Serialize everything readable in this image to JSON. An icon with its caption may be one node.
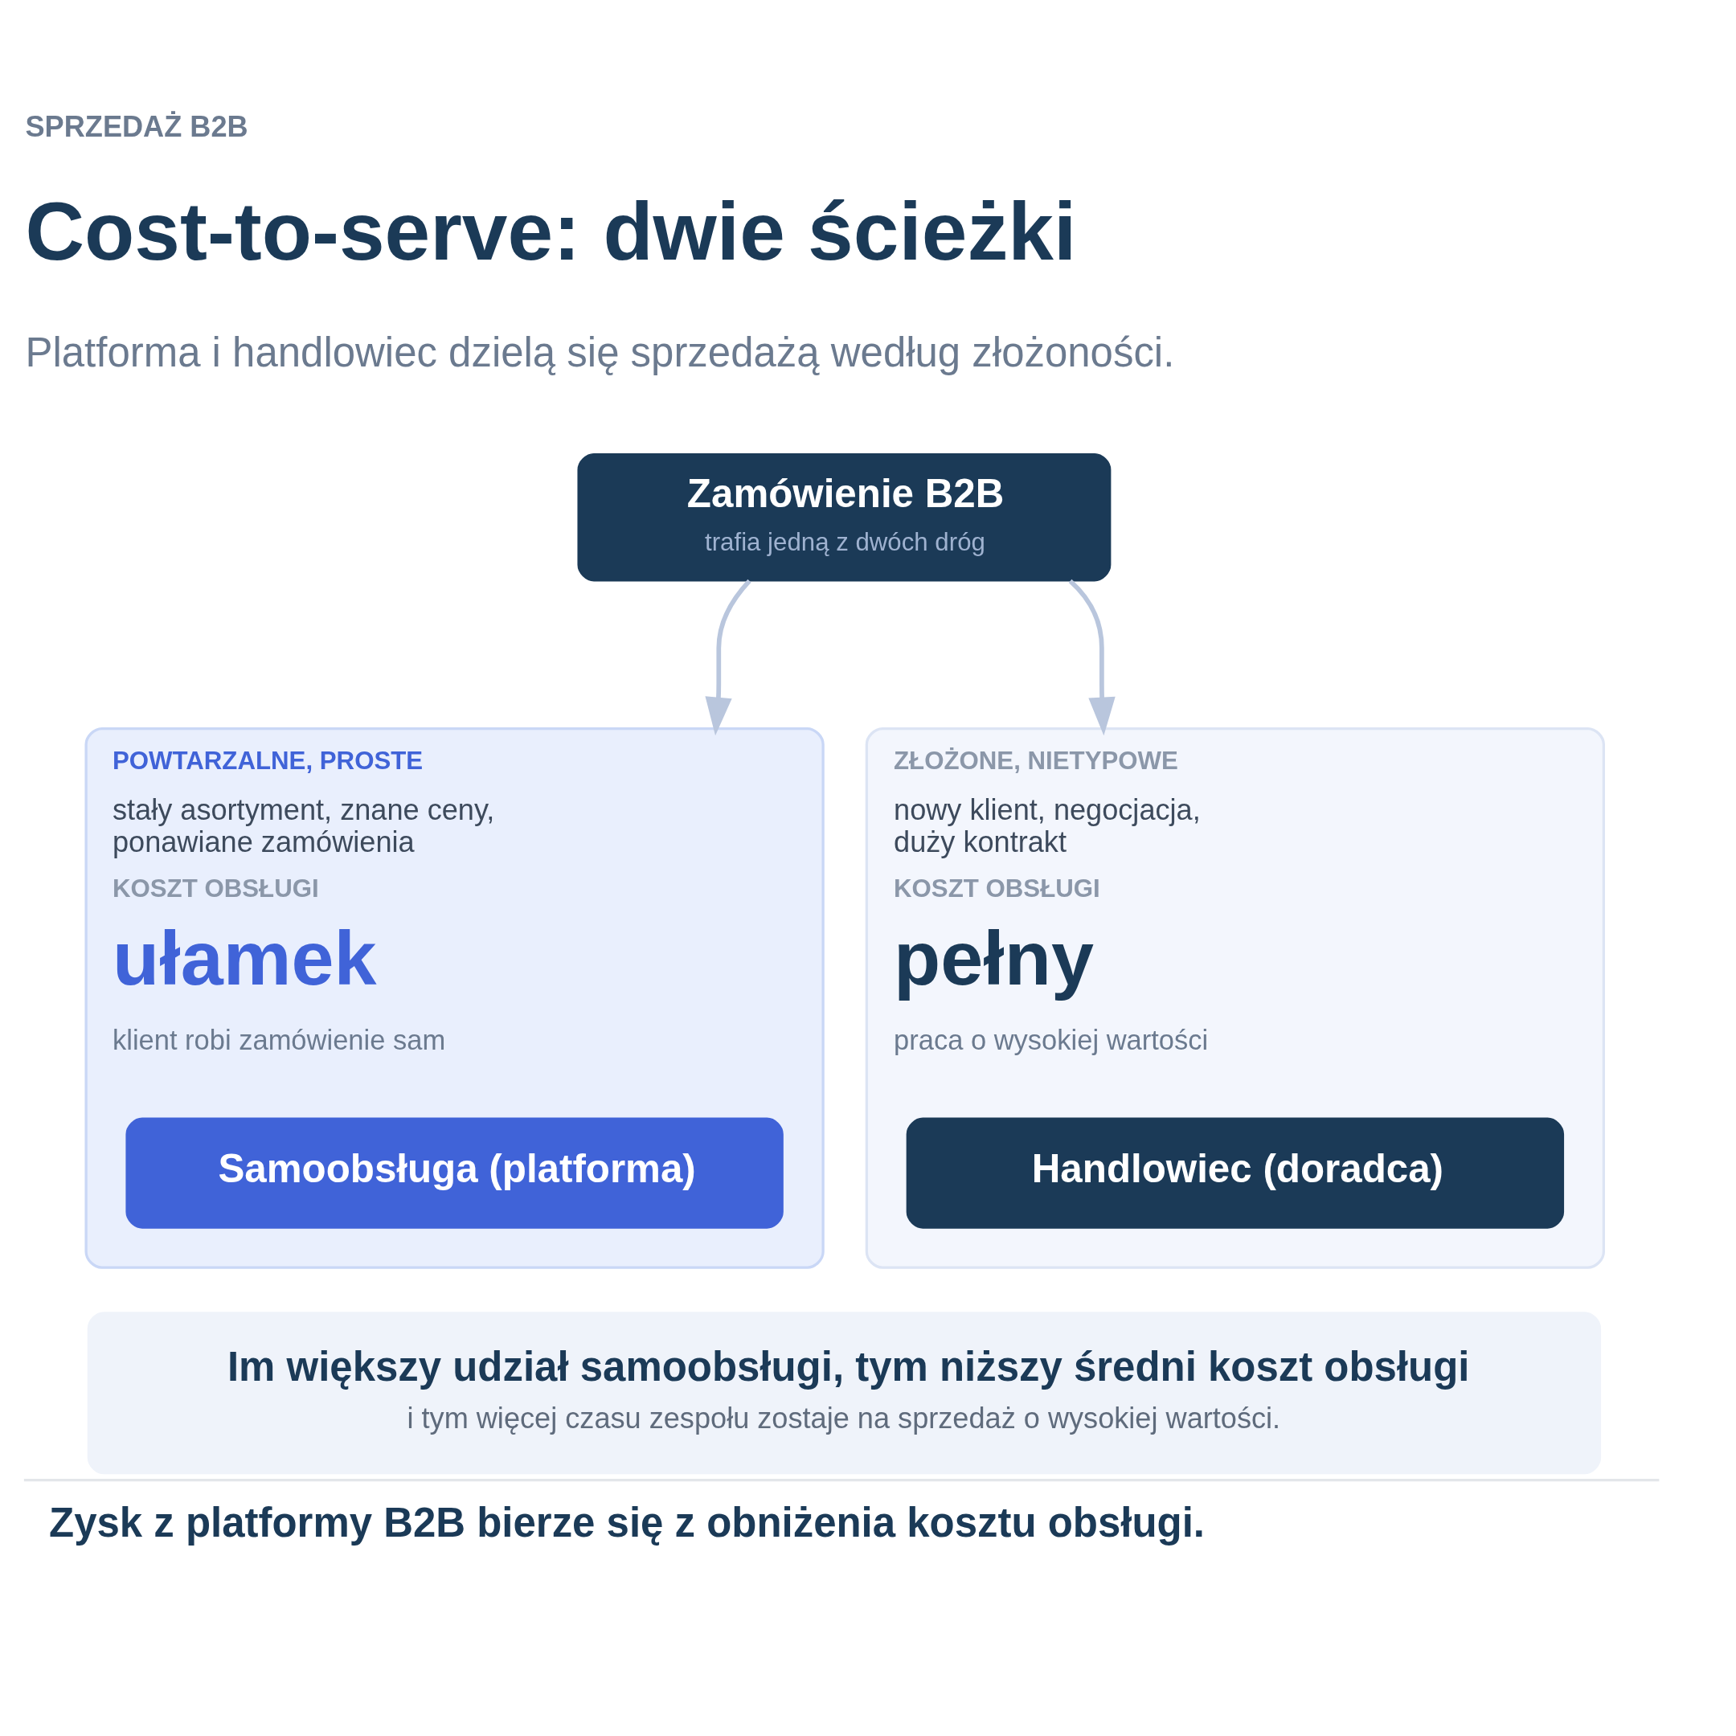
{
  "diagram": {
    "title": "Cost-to-serve: dwie ścieżki",
    "caption": "Zysk z platformy B2B bierze się z obniżenia kosztu obsługi.",
    "nodes": [
      {
        "text": [
          "Zamówienie B2B",
          "trafia jedną z dwóch dróg"
        ]
      },
      {
        "text": [
          "POWTARZALNE, PROSTE",
          "stały asortyment, znane ceny, ponawiane zamówienia",
          "KOSZT OBSŁUGI",
          "ułamek",
          "klient robi zamówienie sam"
        ]
      },
      {
        "text": [
          "Samoobsługa (platforma)"
        ],
        "in": 1
      },
      {
        "text": [
          "ZŁOŻONE, NIETYPOWE",
          "nowy klient, negocjacja, duży kontrakt",
          "KOSZT OBSŁUGI",
          "pełny",
          "praca o wysokiej wartości"
        ]
      },
      {
        "text": [
          "Handlowiec (doradca)"
        ],
        "in": 3
      },
      {
        "text": [
          "Im większy udział samoobsługi, tym niższy średni koszt obsługi",
          "i tym więcej czasu zespołu zostaje na sprzedaż o wysokiej wartości."
        ]
      }
    ],
    "edges": [
      {
        "from": 0,
        "to": 1,
        "arrow": "to"
      },
      {
        "from": 0,
        "to": 3,
        "arrow": "to"
      }
    ],
    "labels": [
      "SPRZEDAŻ B2B",
      "Platforma i handlowiec dzielą się sprzedażą według złożoności."
    ]
  }
}
